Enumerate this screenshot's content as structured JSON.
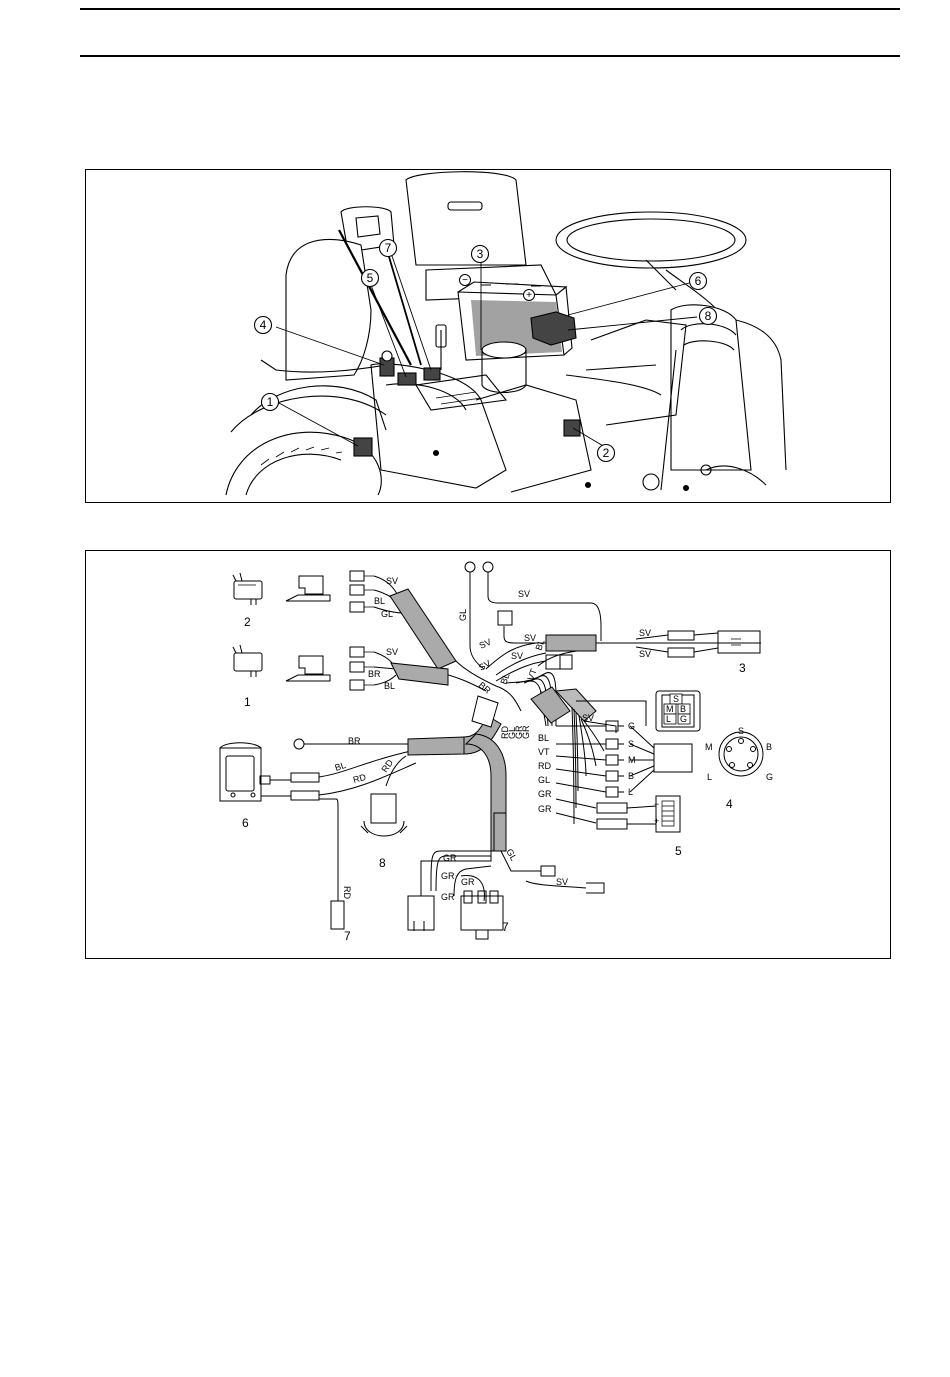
{
  "figure1": {
    "callouts": [
      "1",
      "2",
      "3",
      "4",
      "5",
      "6",
      "7",
      "8"
    ],
    "battery_signs": {
      "minus": "−",
      "plus": "+"
    }
  },
  "figure2": {
    "component_numbers": {
      "n1": "1",
      "n2": "2",
      "n3": "3",
      "n4": "4",
      "n5": "5",
      "n6": "6",
      "n7a": "7",
      "n7b": "7",
      "n8": "8"
    },
    "wire_labels": {
      "sv_sw2": "SV",
      "bl_sw2": "BL",
      "gl_sw2": "GL",
      "sv_sw1": "SV",
      "br_sw1": "BR",
      "bl_sw1": "BL",
      "gl_ring": "GL",
      "sv_ring": "SV",
      "sv_mid1": "SV",
      "sv_mid2": "SV",
      "sv_mid3": "SV",
      "sv_mid4": "SV",
      "br_mid": "BR",
      "bl_mid": "BL",
      "vt_mid": "VT",
      "sv_c3a": "SV",
      "sv_c3b": "SV",
      "rd_v": "RD",
      "gl_v": "GL",
      "gr_v1": "GR",
      "gr_v2": "GR",
      "sv_ig": "SV",
      "bl_ig": "BL",
      "vt_ig": "VT",
      "rd_ig": "RD",
      "gl_ig": "GL",
      "gr_ig1": "GR",
      "gr_ig2": "GR",
      "br_rel": "BR",
      "bl_rel": "BL",
      "rd_rel": "RD",
      "rd_rel2": "RD",
      "rd_fuse": "RD",
      "gr_b1": "GR",
      "gr_b2": "GR",
      "gr_b3": "GR",
      "gr_b4": "GR",
      "gl_b": "GL",
      "sv_b": "SV"
    },
    "connector_pins": {
      "g": "G",
      "s": "S",
      "m": "M",
      "b": "B",
      "l": "L"
    },
    "switch_face": {
      "s": "S",
      "m": "M",
      "b": "B",
      "l": "L",
      "g": "G"
    },
    "switch_pins": {
      "s": "S",
      "m": "M",
      "b": "B",
      "l": "L",
      "g": "G"
    },
    "fuse_signs": {
      "minus": "−",
      "plus": "+"
    }
  }
}
